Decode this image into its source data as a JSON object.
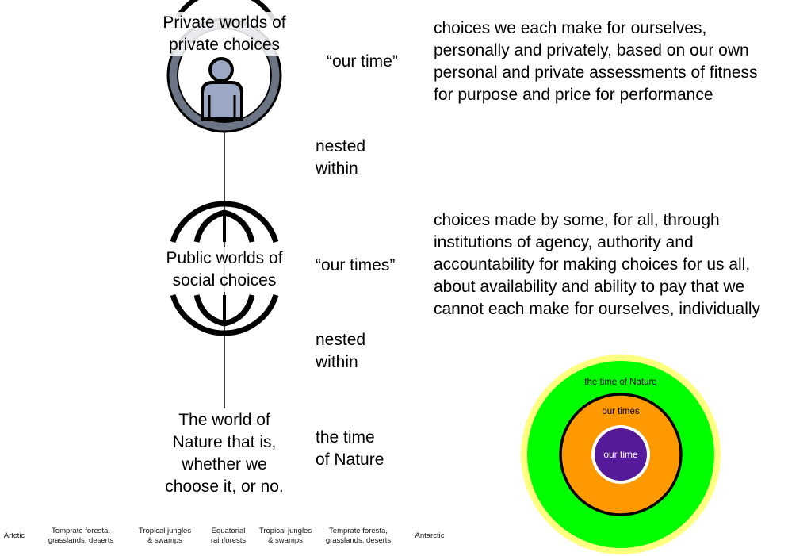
{
  "private": {
    "title_line1": "Private worlds of",
    "title_line2": "private choices",
    "time_label": "“our time”",
    "description": [
      "choices we each make for ourselves,",
      "personally and privately, based on our own",
      "personal and private assessments of fitness",
      "for purpose and price for performance"
    ]
  },
  "nested_1": [
    "nested",
    "within"
  ],
  "public": {
    "title_line1": "Public worlds of",
    "title_line2": "social choices",
    "time_label": "“our times”",
    "description": [
      "choices made by some, for all, through",
      "institutions of agency, authority and",
      "accountability for making choices for us all,",
      "about availability and ability to pay that we",
      "cannot each make for ourselves, individually"
    ]
  },
  "nested_2": [
    "nested",
    "within"
  ],
  "nature": {
    "title": [
      "The world of",
      "Nature that is,",
      "whether we",
      "choose it, or no."
    ],
    "time_label": [
      "the time",
      "of Nature"
    ]
  },
  "zones": [
    "Artctic",
    "Temprate foresta,\ngrasslands, deserts",
    "Tropical jungles\n& swamps",
    "Equatorial\nrainforests",
    "Tropical jungles\n& swamps",
    "Temprate foresta,\ngrasslands, deserts",
    "Antarctic"
  ],
  "circles": {
    "outer": "the time of Nature",
    "middle": "our times",
    "inner": "our time",
    "colors": {
      "rim": "#ffff80",
      "nature": "#00ff00",
      "times": "#ff9900",
      "time": "#551a99"
    }
  }
}
